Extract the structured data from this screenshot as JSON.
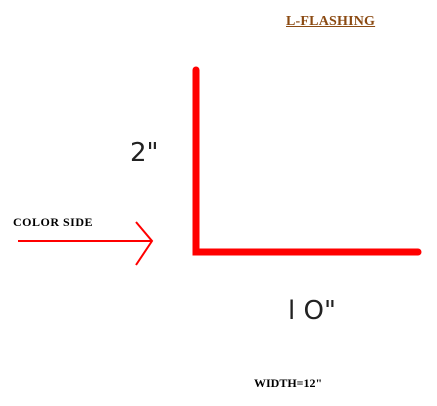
{
  "title": "L-FLASHING",
  "vertical_leg": "2\"",
  "horizontal_leg": "l O\"",
  "arrow_label": "COLOR  SIDE",
  "width_note": "WIDTH=12\"",
  "colors": {
    "flashing": "#ff0000",
    "arrow": "#ff0000",
    "title": "#8b4a12"
  }
}
